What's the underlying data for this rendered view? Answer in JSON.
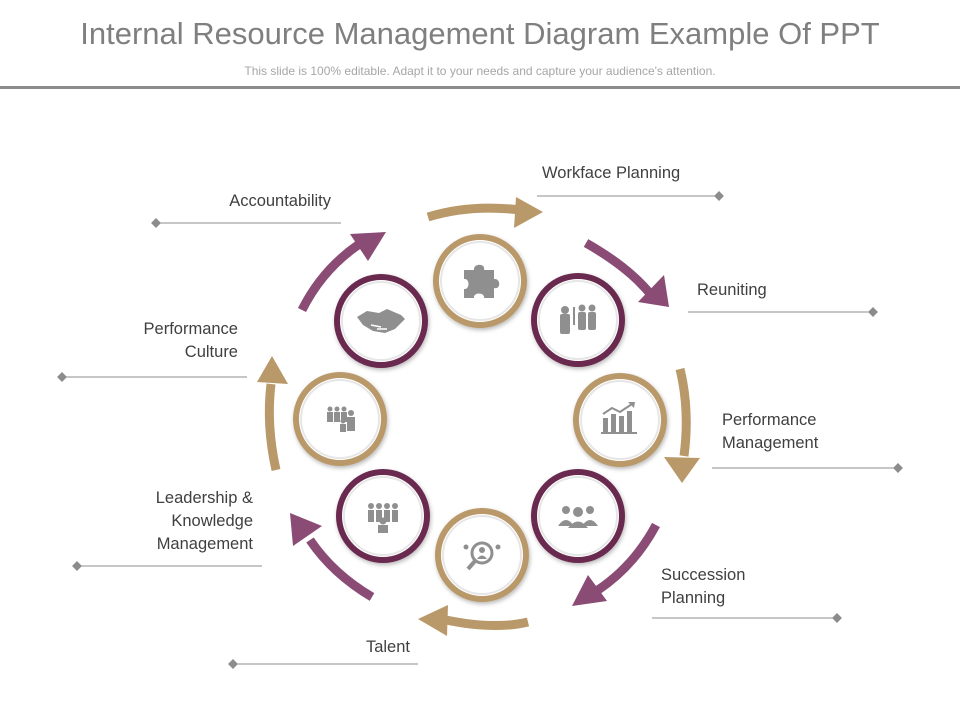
{
  "header": {
    "title": "Internal Resource Management Diagram Example Of PPT",
    "subtitle": "This slide is 100% editable. Adapt it to your needs and capture your audience's attention."
  },
  "colors": {
    "gold": "#B9996A",
    "plum": "#6B2C4F",
    "arrow_plum": "#8A4B75",
    "icon": "#8f8f8f",
    "line": "#8c8c8c"
  },
  "labels": {
    "workface": "Workface Planning",
    "reuniting": "Reuniting",
    "performance_management": [
      "Performance",
      "Management"
    ],
    "succession": [
      "Succession",
      "Planning"
    ],
    "talent": "Talent",
    "leadership": [
      "Leadership &",
      "Knowledge",
      "Management"
    ],
    "performance_culture": [
      "Performance",
      "Culture"
    ],
    "accountability": "Accountability"
  },
  "nodes": [
    {
      "icon": "puzzle-icon",
      "color": "gold"
    },
    {
      "icon": "team-presentation-icon",
      "color": "plum"
    },
    {
      "icon": "bar-chart-icon",
      "color": "gold"
    },
    {
      "icon": "group-icon",
      "color": "plum"
    },
    {
      "icon": "search-person-icon",
      "color": "gold"
    },
    {
      "icon": "team-leader-icon",
      "color": "plum"
    },
    {
      "icon": "people-icon",
      "color": "gold"
    },
    {
      "icon": "handshake-icon",
      "color": "plum"
    }
  ]
}
